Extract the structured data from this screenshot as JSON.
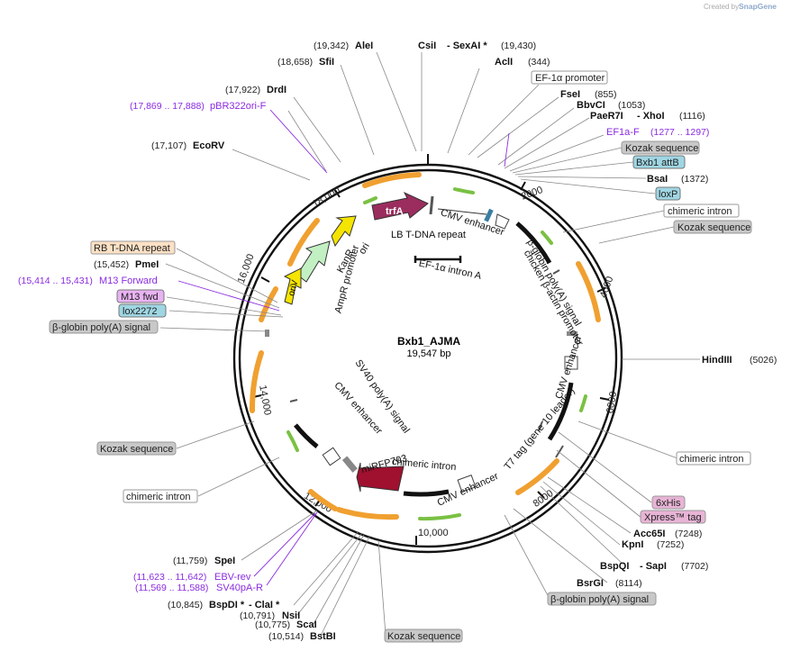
{
  "credit": {
    "created_by": "Created by",
    "brand": "SnapGene"
  },
  "plasmid": {
    "name": "Bxb1_AJMA",
    "size": "19,547 bp"
  },
  "ticks": [
    "2000",
    "4000",
    "6000",
    "8000",
    "10,000",
    "12,000",
    "14,000",
    "16,000",
    "18,000"
  ],
  "labels_right": {
    "csi": "CsiI",
    "sexai": "- SexAI *",
    "sexai_pos": "(19,430)",
    "acli": "AclI",
    "acli_pos": "(344)",
    "ef1a": "EF-1α promoter",
    "fsei": "FseI",
    "fsei_pos": "(855)",
    "bbvci": "BbvCI",
    "bbvci_pos": "(1053)",
    "paer7i": "PaeR7I",
    "xhoi": "- XhoI",
    "xhoi_pos": "(1116)",
    "ef1af": "EF1a-F",
    "ef1af_pos": "(1277 .. 1297)",
    "kozak1": "Kozak sequence",
    "attb": "Bxb1 attB",
    "bsai": "BsaI",
    "bsai_pos": "(1372)",
    "loxp": "loxP",
    "chim1": "chimeric intron",
    "kozak2": "Kozak sequence",
    "hindiii": "HindIII",
    "hindiii_pos": "(5026)",
    "chim2": "chimeric intron",
    "his": "6xHis",
    "xpress": "Xpress™ tag",
    "acc65i": "Acc65I",
    "acc65i_pos": "(7248)",
    "kpni": "KpnI",
    "kpni_pos": "(7252)",
    "bspqi": "BspQI",
    "sapi": "- SapI",
    "sapi_pos": "(7702)",
    "bsrgi": "BsrGI",
    "bsrgi_pos": "(8114)",
    "bglobin2": "β-globin poly(A) signal"
  },
  "labels_left": {
    "alei": "AleI",
    "alei_pos": "(19,342)",
    "sfii": "SfiI",
    "sfii_pos": "(18,658)",
    "drdi": "DrdI",
    "drdi_pos": "(17,922)",
    "pbr": "pBR322ori-F",
    "pbr_pos": "(17,869 .. 17,888)",
    "ecorv": "EcoRV",
    "ecorv_pos": "(17,107)",
    "rb": "RB T-DNA repeat",
    "pmei": "PmeI",
    "pmei_pos": "(15,452)",
    "m13f": "M13 Forward",
    "m13f_pos": "(15,414 .. 15,431)",
    "m13fwd": "M13 fwd",
    "lox2272": "lox2272",
    "bglobin1": "β-globin poly(A) signal",
    "kozak3": "Kozak sequence",
    "chim3": "chimeric intron",
    "spei": "SpeI",
    "spei_pos": "(11,759)",
    "ebv": "EBV-rev",
    "ebv_pos": "(11,623 .. 11,642)",
    "sv40pa": "SV40pA-R",
    "sv40pa_pos": "(11,569 .. 11,588)",
    "bspdi": "BspDI *",
    "clai": "- ClaI *",
    "bspdi_pos": "(10,845)",
    "nsii": "NsiI",
    "nsii_pos": "(10,791)",
    "scai": "ScaI",
    "scai_pos": "(10,775)",
    "bstbi": "BstBI",
    "bstbi_pos": "(10,514)",
    "kozak4": "Kozak sequence"
  },
  "inner_labels": {
    "trfa": "trfA",
    "ori": "ori",
    "kanr": "KanR",
    "oriv": "oriV",
    "ampr": "AmpR promoter",
    "cmv1": "CMV enhancer",
    "lb": "LB T-DNA repeat",
    "ef1a_intron": "EF-1α intron A",
    "bglob_inner": "β-globin poly(A) signal",
    "chick": "chicken β-actin promoter",
    "cmv2": "CMV enhancer",
    "t7": "T7 tag (gene 10 leader)",
    "chim_inner": "chimeric intron",
    "cmv3": "CMV enhancer",
    "mirfp": "miRFP703",
    "cmv4": "CMV enhancer",
    "sv40": "SV40 poly(A) signal"
  },
  "colors": {
    "orange": "#f0a030",
    "green": "#7ac143",
    "yellow": "#f5e400",
    "maroon": "#9b2d5e",
    "crimson": "#a0102f",
    "mint": "#c3f0c3",
    "gray_box": "#c8c8c8",
    "tan_box": "#fde1c5",
    "blue_box": "#9fd6e3",
    "pink_box": "#e8b4d6",
    "purple_box": "#e9b3f3"
  }
}
